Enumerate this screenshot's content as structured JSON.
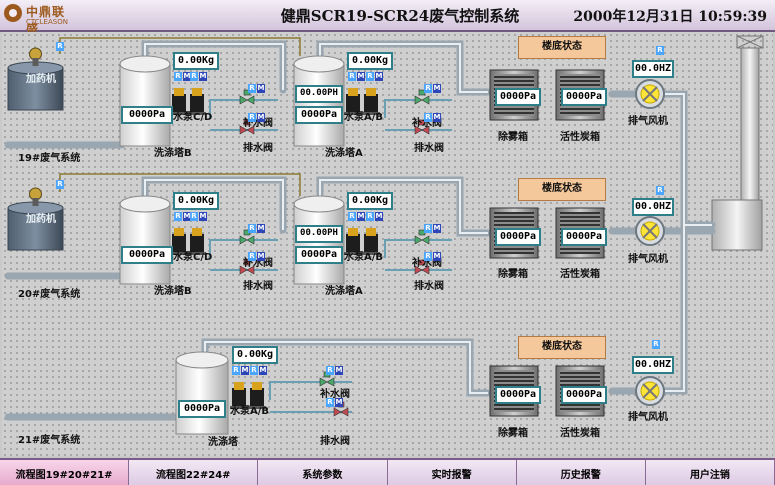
{
  "app": {
    "logo_cn": "中鼎联盛",
    "logo_en": "CTCLEASON",
    "title": "健鼎SCR19-SCR24废气控制系统",
    "datetime": "2000年12月31日  10:59:39"
  },
  "labels": {
    "r": "R",
    "m": "M",
    "dosing": "加药机",
    "tower_b": "洗涤塔B",
    "tower_a": "洗涤塔A",
    "tower": "洗涤塔",
    "pump_cd": "水泵C/D",
    "pump_ab": "水泵A/B",
    "refill_valve": "补水阀",
    "drain_valve": "排水阀",
    "demister": "除雾箱",
    "carbon": "活性炭箱",
    "fan": "排气风机",
    "floor_state": "楼底状态"
  },
  "systems": [
    {
      "name": "19#废气系统",
      "tower_b_pressure": "0000Pa",
      "tower_b_level": "0.00Kg",
      "tower_a_pressure": "0000Pa",
      "tower_a_level": "0.00Kg",
      "tower_a_ph": "00.00PH",
      "demister_pressure": "0000Pa",
      "carbon_pressure": "0000Pa",
      "fan_freq": "00.0HZ"
    },
    {
      "name": "20#废气系统",
      "tower_b_pressure": "0000Pa",
      "tower_b_level": "0.00Kg",
      "tower_a_pressure": "0000Pa",
      "tower_a_level": "0.00Kg",
      "tower_a_ph": "00.00PH",
      "demister_pressure": "0000Pa",
      "carbon_pressure": "0000Pa",
      "fan_freq": "00.0HZ"
    },
    {
      "name": "21#废气系统",
      "tower_pressure": "0000Pa",
      "tower_level": "0.00Kg",
      "demister_pressure": "0000Pa",
      "carbon_pressure": "0000Pa",
      "fan_freq": "00.0HZ"
    }
  ],
  "nav": [
    {
      "label": "流程图19#20#21#",
      "active": true
    },
    {
      "label": "流程图22#24#",
      "active": false
    },
    {
      "label": "系统参数",
      "active": false
    },
    {
      "label": "实时报警",
      "active": false
    },
    {
      "label": "历史报警",
      "active": false
    },
    {
      "label": "用户注销",
      "active": false
    }
  ]
}
